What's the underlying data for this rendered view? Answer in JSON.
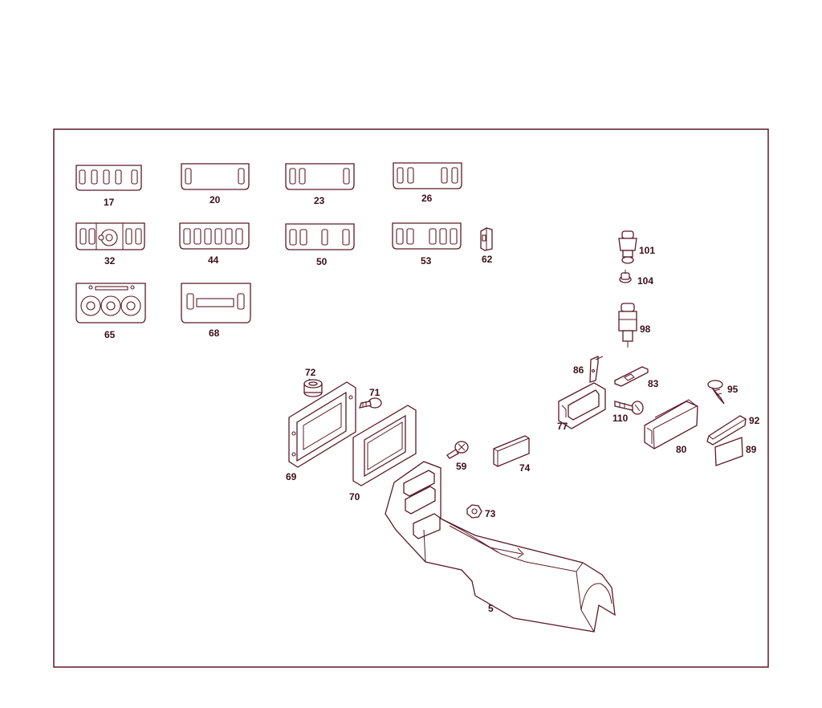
{
  "colors": {
    "line": "#5a1a28",
    "label": "#3a0e1a",
    "background": "#ffffff"
  },
  "callouts": {
    "p17": "17",
    "p20": "20",
    "p23": "23",
    "p26": "26",
    "p32": "32",
    "p44": "44",
    "p50": "50",
    "p53": "53",
    "p62": "62",
    "p65": "65",
    "p68": "68",
    "p101": "101",
    "p104": "104",
    "p98": "98",
    "p72": "72",
    "p71": "71",
    "p69": "69",
    "p70": "70",
    "p59": "59",
    "p74": "74",
    "p73": "73",
    "p5": "5",
    "p86": "86",
    "p83": "83",
    "p77": "77",
    "p110": "110",
    "p95": "95",
    "p92": "92",
    "p89": "89",
    "p80": "80"
  }
}
